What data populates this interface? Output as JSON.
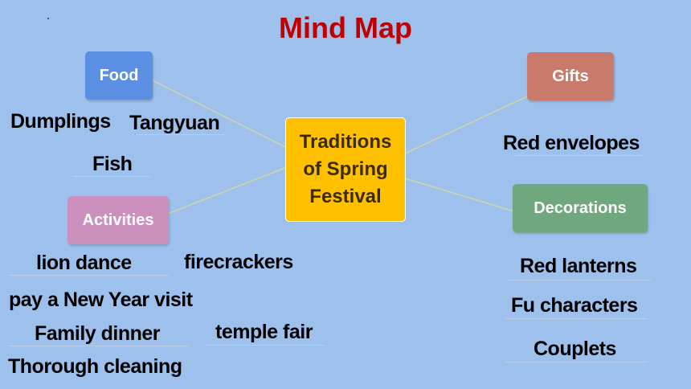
{
  "title": "Mind Map",
  "center": {
    "lines": [
      "Traditions",
      "of Spring",
      "Festival"
    ]
  },
  "categories": {
    "food": "Food",
    "gifts": "Gifts",
    "activities": "Activities",
    "decorations": "Decorations"
  },
  "items": {
    "food": [
      "Dumplings",
      "Tangyuan",
      "Fish"
    ],
    "gifts": [
      "Red envelopes"
    ],
    "activities": [
      "lion dance",
      "firecrackers",
      "pay a New Year visit",
      "Family dinner",
      "temple fair",
      "Thorough cleaning"
    ],
    "decorations": [
      "Red lanterns",
      "Fu characters",
      "Couplets"
    ]
  },
  "colors": {
    "background": "#9dc0ec",
    "title": "#c00000",
    "center": "#ffc000",
    "food": "#5b8fe3",
    "gifts": "#c97a6a",
    "activities": "#cc90bd",
    "decorations": "#6fa87c",
    "connector": "#cfd6a8"
  }
}
